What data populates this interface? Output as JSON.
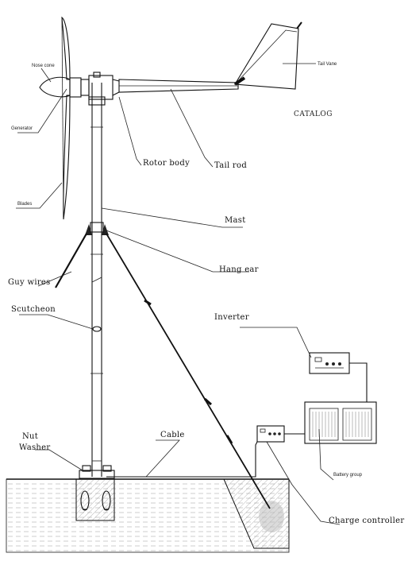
{
  "labels": {
    "nose_cone": "Nose cone",
    "generator": "Generator",
    "blades": "Blades",
    "tail_vane": "Tail Vane",
    "catalog": "CATALOG",
    "rotor_body": "Rotor body",
    "tail_rod": "Tail rod",
    "mast": "Mast",
    "hang_ear": "Hang ear",
    "guy_wires": "Guy wires",
    "scutcheon": "Scutcheon",
    "inverter": "Inverter",
    "nut": "Nut",
    "washer": "Washer",
    "cable": "Cable",
    "battery_group": "Battery group",
    "charge_controller": "Charge controller"
  }
}
